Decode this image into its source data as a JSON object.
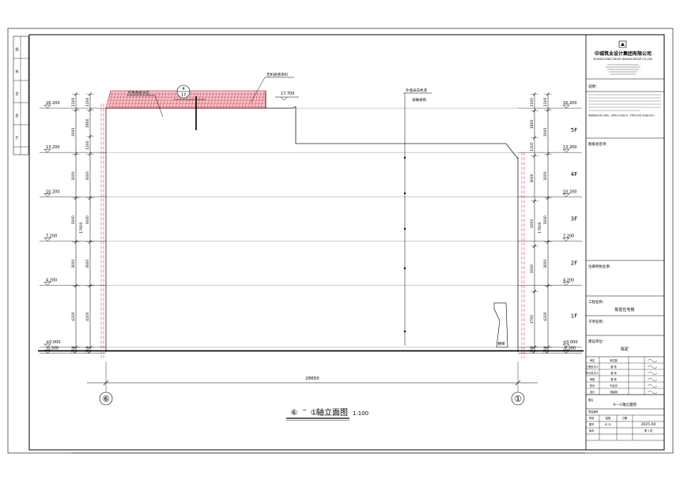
{
  "drawing": {
    "title_mark_a": "⑥",
    "title_sep": "~",
    "title_mark_b": "①",
    "title_text": "轴立面图",
    "scale": "1:100",
    "axis_left": "⑥",
    "axis_right": "①",
    "overall_dim": "28650"
  },
  "annotations": {
    "roof_tile": "红色西班牙瓦",
    "paint": "无机质感涂料",
    "wall": "外墙米白色漆",
    "wall_sub": "详做采购",
    "detail_top": "4",
    "detail_bottom": "17",
    "peak_elev": "17.700"
  },
  "levels": [
    {
      "label": "16.200",
      "value": 16.2
    },
    {
      "label": "13.200",
      "value": 13.2
    },
    {
      "label": "10.200",
      "value": 10.2
    },
    {
      "label": "7.200",
      "value": 7.2
    },
    {
      "label": "4.200",
      "value": 4.2
    },
    {
      "label": "±0.000",
      "value": 0.0
    },
    {
      "label": "-0.300",
      "value": -0.3
    }
  ],
  "floors": [
    "5F",
    "4F",
    "3F",
    "2F",
    "1F"
  ],
  "dims_left": {
    "col1": [
      "1100",
      "3000",
      "3000",
      "3000",
      "3000",
      "4200",
      "300"
    ],
    "col1_total": "17600",
    "col2": [
      "1100",
      "1800",
      "1200",
      "3000",
      "3000",
      "3000",
      "4200",
      "300"
    ]
  },
  "dims_right": {
    "col1": [
      "1100",
      "1800",
      "1200",
      "3000",
      "3000",
      "3000",
      "3700",
      "300"
    ],
    "col1_total": "17600",
    "col2": [
      "1100",
      "3000",
      "3000",
      "3000",
      "3000",
      "4200",
      "300"
    ]
  },
  "stair_label": "楼梯",
  "titleblock": {
    "company": "中城筑业设计集团有限公司",
    "company_en": "ZHONGCHENG ZHUYE DESIGN GROUP CO.,LTD.",
    "notes_title": "说明：",
    "notes_body": "本图纸版权归本公司所有，未经本公司书面许可，不得用于其他工程或转让他人。",
    "sign_title": "图纸会签单：",
    "seal_title": "注册师执业章：",
    "project_label": "工程名称：",
    "project_name": "陈驼住宅楼",
    "sub_label": "子项名称：",
    "client_label": "建设单位：",
    "client_name": "陈驼",
    "roles": [
      {
        "role": "审定",
        "name": "宋红磊"
      },
      {
        "role": "工程负责人",
        "name": "唐 琼"
      },
      {
        "role": "专业负责人",
        "name": "唐 琼"
      },
      {
        "role": "审核",
        "name": "唐 琼"
      },
      {
        "role": "校对",
        "name": "刘丛亮"
      },
      {
        "role": "设计",
        "name": "谭建明"
      }
    ],
    "drawing_name_label": "图名",
    "drawing_name": "⑥~①轴立面图",
    "project_no_label": "项目编号",
    "stage_label": "阶段",
    "stage": "建施",
    "date_label": "日期",
    "sheet_label": "图号",
    "sheet_no": "JS-12",
    "date": "2025.04",
    "version_label": "版本",
    "total_label": "第 1 张"
  },
  "left_strip": [
    "图",
    "纸",
    "会",
    "签",
    "栏"
  ],
  "colors": {
    "line": "#000000",
    "red": "#d0192b",
    "tile_fill": "#f3c6cc",
    "grey": "#777777"
  }
}
